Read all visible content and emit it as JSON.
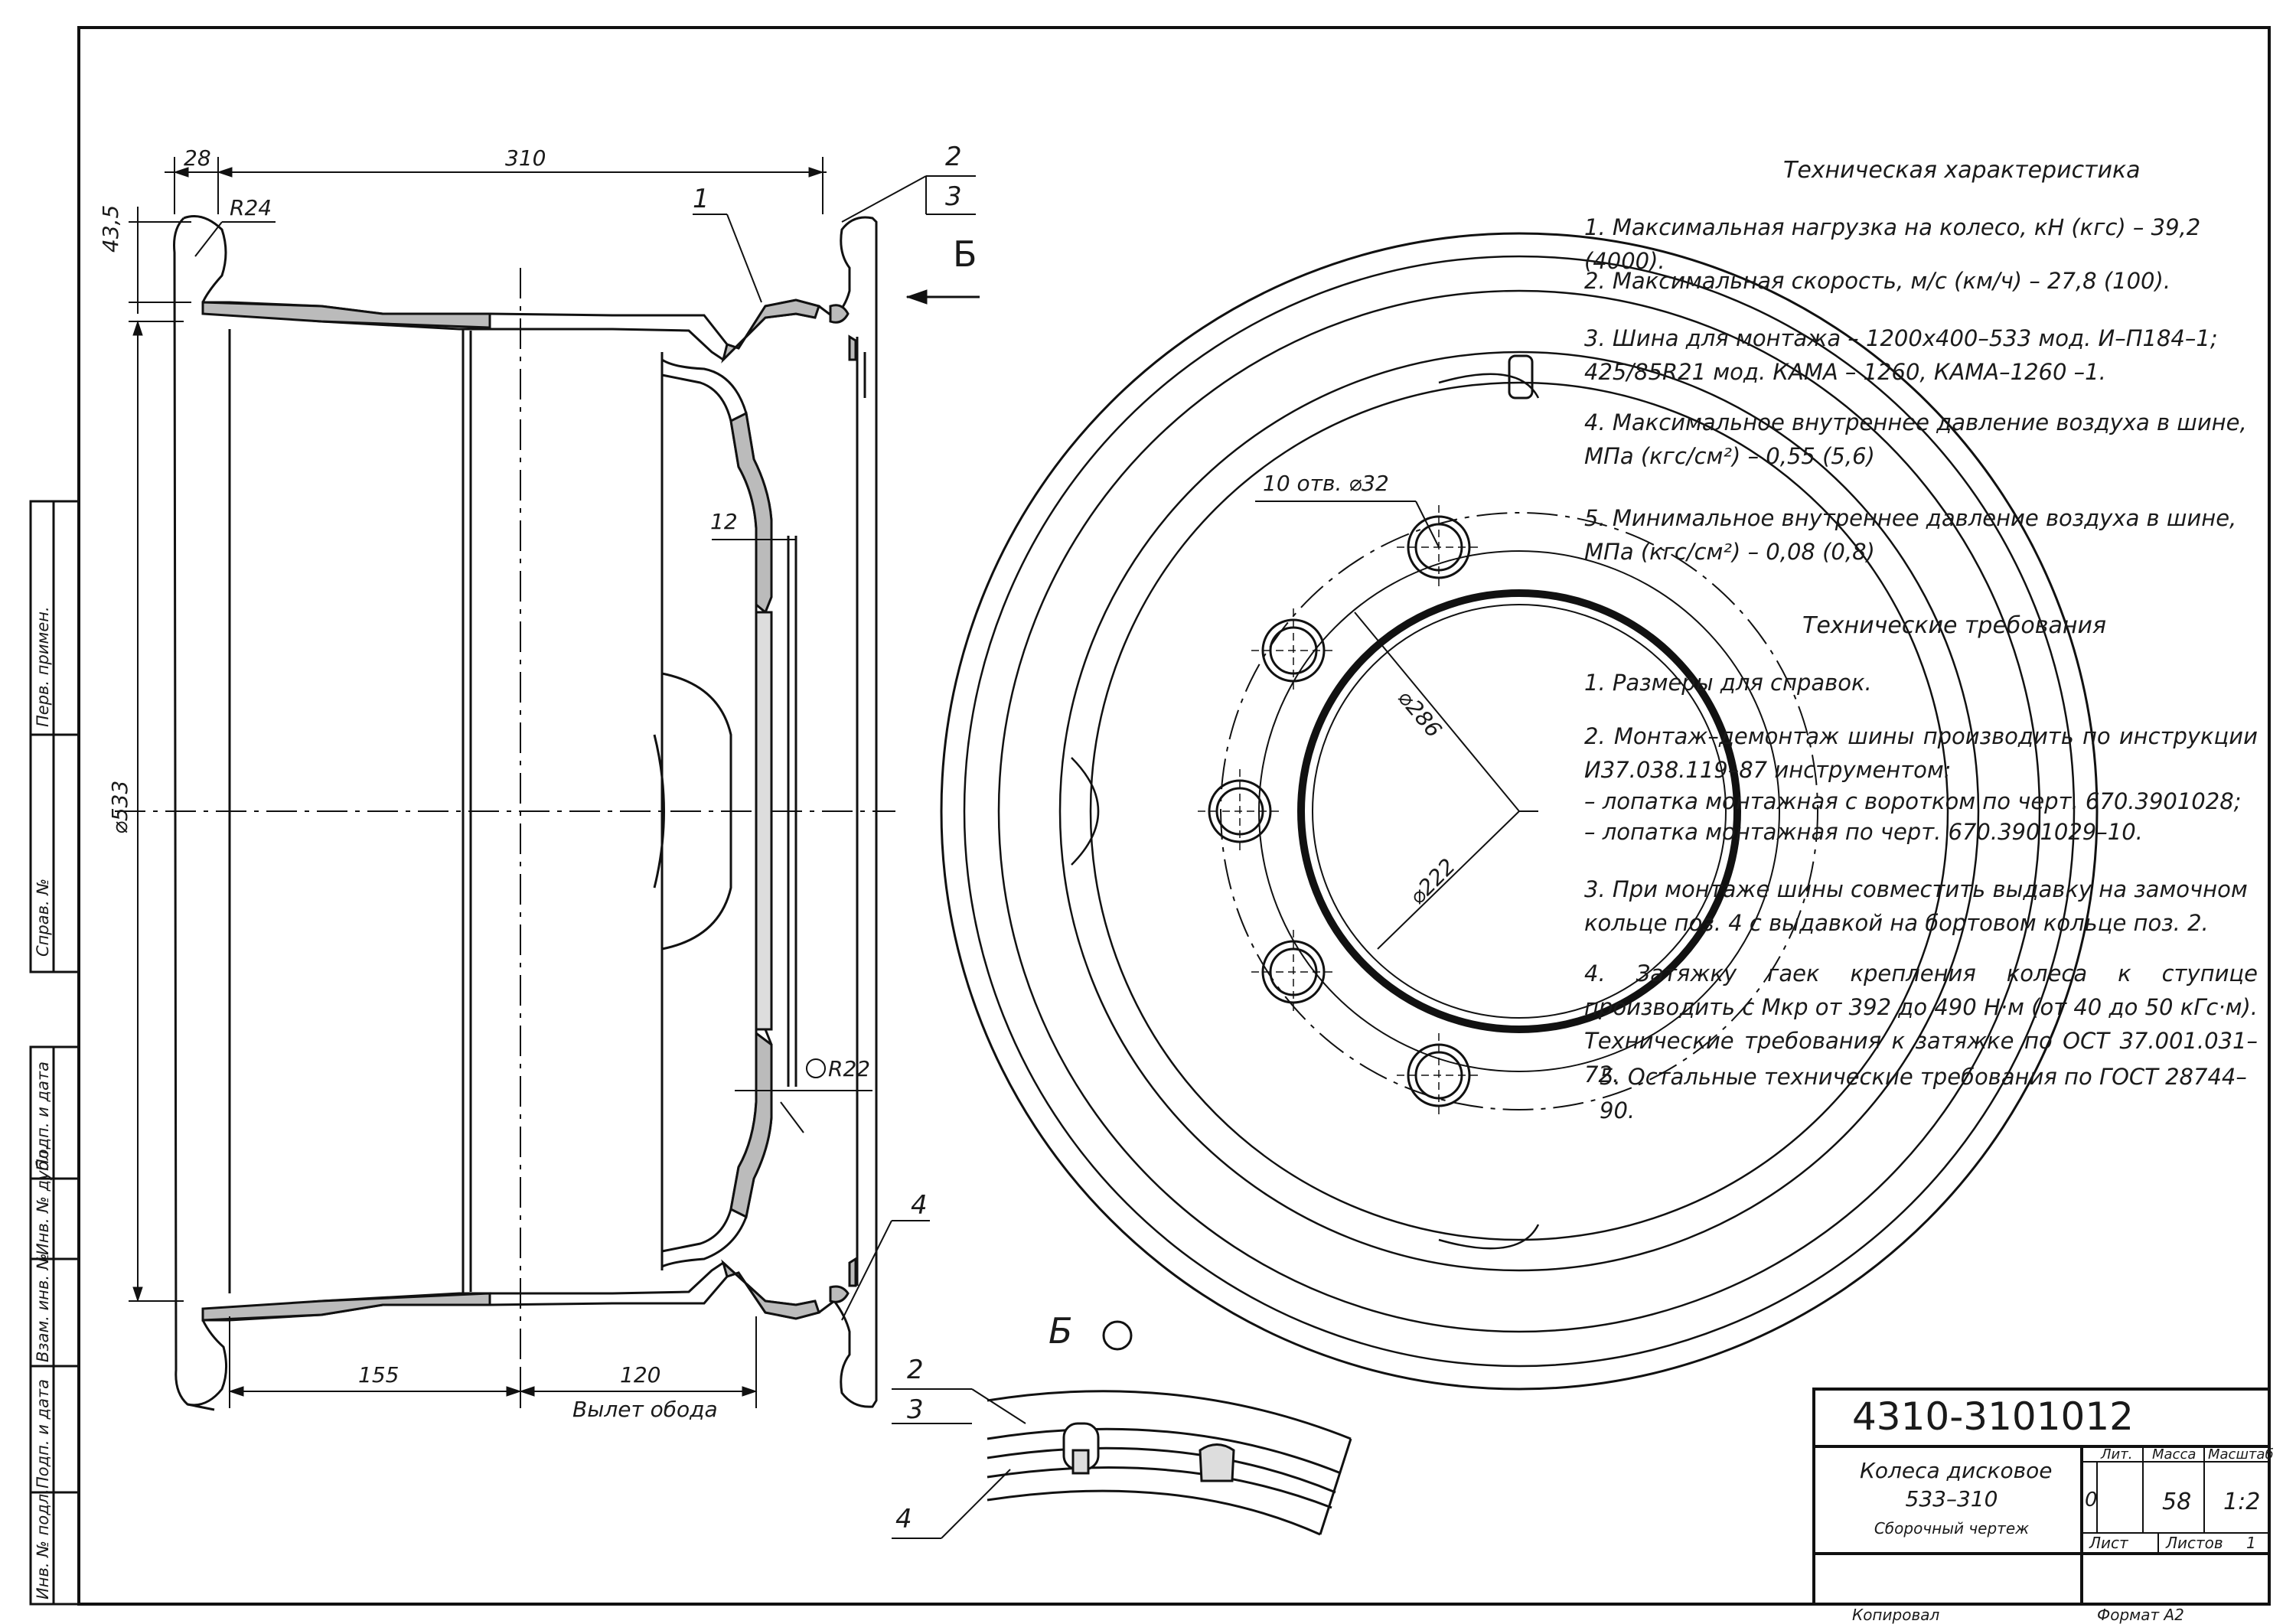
{
  "drawing": {
    "section_label": "Б",
    "view_label": "Б",
    "dimensions": {
      "d28": "28",
      "d310": "310",
      "r24": "R24",
      "d43_5": "43,5",
      "d12": "12",
      "d533": "⌀533",
      "r22": "R22",
      "d155": "155",
      "d120": "120",
      "offset": "Вылет обода",
      "holes": "10 отв. ⌀32",
      "d286": "⌀286",
      "d222": "⌀222"
    },
    "callouts": {
      "p1": "1",
      "p2": "2",
      "p3": "3",
      "p4": "4",
      "v2": "2",
      "v3": "3",
      "v4": "4"
    }
  },
  "tech_char": {
    "title": "Техническая характеристика",
    "items": [
      "1. Максимальная нагрузка на колесо, кН (кгс) – 39,2 (4000).",
      "2. Максимальная скорость, м/с (км/ч) – 27,8 (100).",
      "3. Шина для монтажа – 1200х400–533 мод. И–П184–1; 425/85R21 мод. КАМА – 1260, КАМА–1260 –1.",
      "4. Максимальное внутреннее давление воздуха в шине, МПа (кгс/см²) – 0,55 (5,6)",
      "5. Минимальное внутреннее давление воздуха в шине, МПа (кгс/см²) – 0,08 (0,8)"
    ]
  },
  "tech_req": {
    "title": "Технические требования",
    "items": [
      "1. Размеры для справок.",
      "2. Монтаж–демонтаж шины производить по инструкции И37.038.119–87 инструментом:",
      "– лопатка монтажная с воротком по черт. 670.3901028;",
      "– лопатка монтажная по черт. 670.3901029–10.",
      "3. При монтаже шины совместить выдавку на замочном кольце поз. 4 с выдавкой на бортовом кольце поз. 2.",
      "4. Затяжку гаек крепления колеса к ступице производить с Мкр от 392 до 490 Н·м (от 40 до 50 кГс·м). Технические требования к затяжке по ОСТ 37.001.031–72.",
      "5. Остальные технические требования по ГОСТ 28744–90."
    ]
  },
  "title_block": {
    "number": "4310-3101012",
    "name_line1": "Колеса дисковое",
    "name_line2": "533–310",
    "doc_type": "Сборочный чертеж",
    "lit_header": "Лит.",
    "mass_header": "Масса",
    "scale_header": "Масштаб",
    "lit_value": "0",
    "mass_value": "58",
    "scale_value": "1:2",
    "sheet_label": "Лист",
    "sheets_label": "Листов",
    "sheets_value": "1",
    "copied": "Копировал",
    "format": "Формат А2"
  },
  "side_stamp": [
    "Перв. примен.",
    "Справ. №",
    "Подп. и дата",
    "Инв. № дубл.",
    "Взам. инв. №",
    "Подп. и дата",
    "Инв. № подл."
  ]
}
